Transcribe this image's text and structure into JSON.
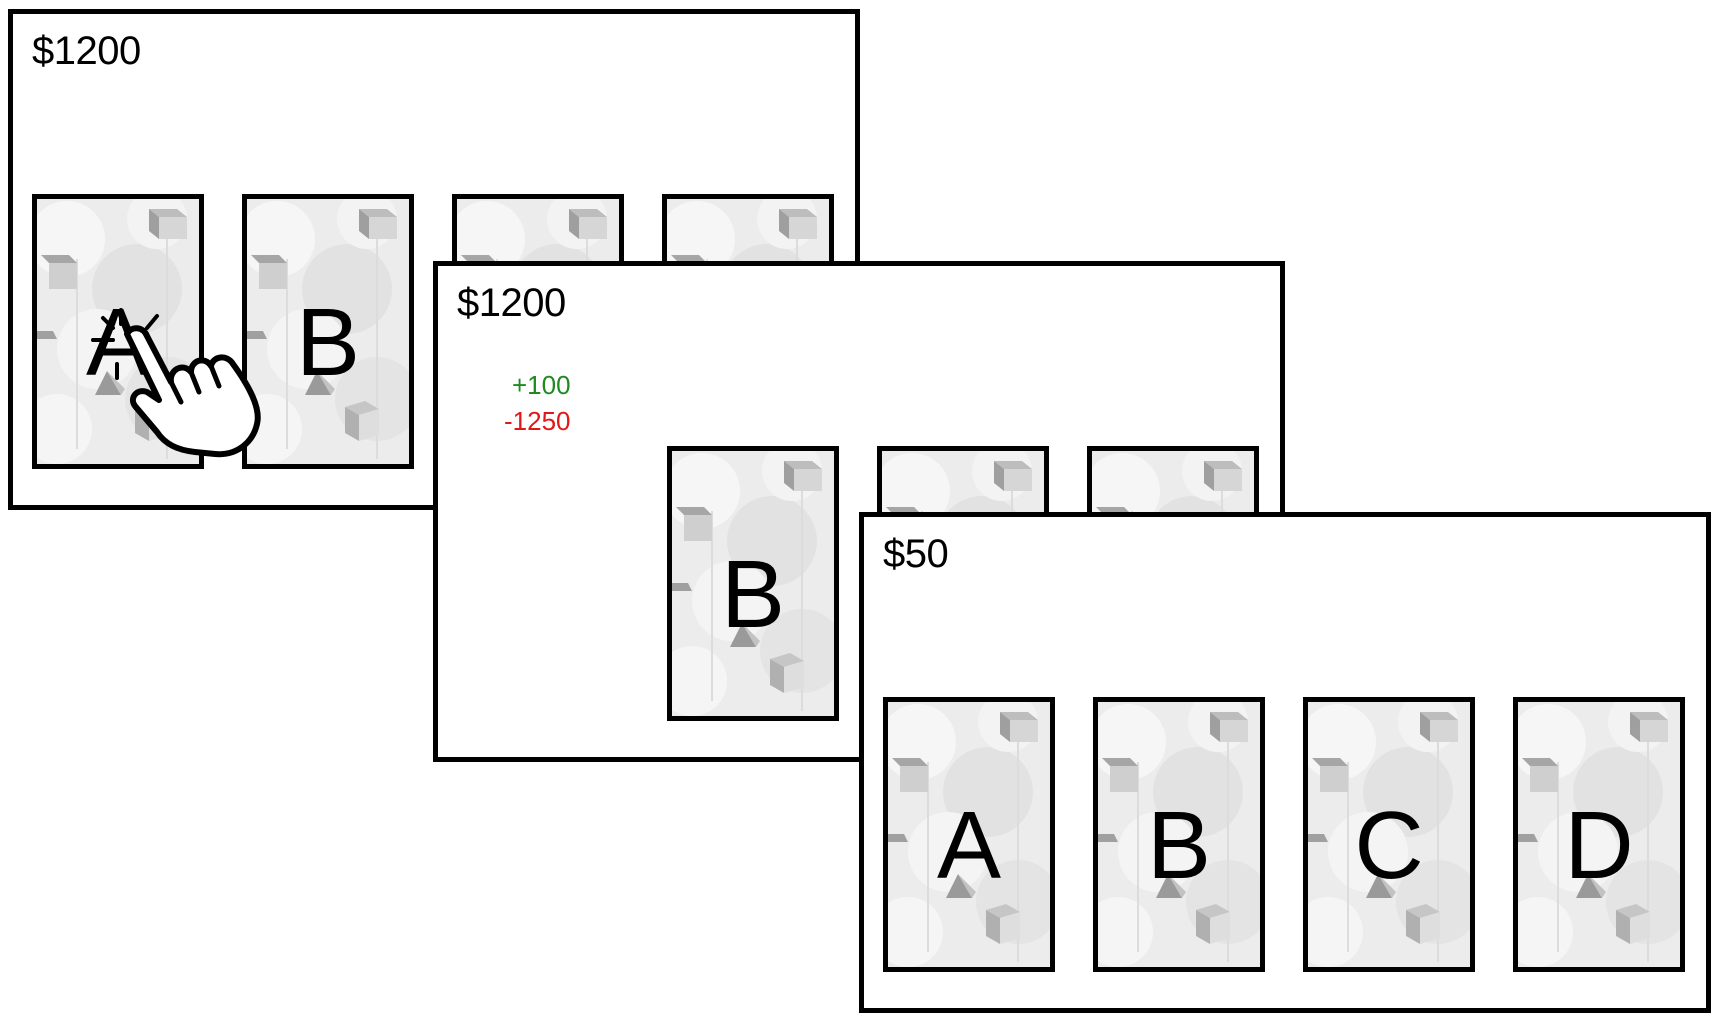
{
  "screens": [
    {
      "balance": "$1200",
      "cards": [
        "A",
        "B",
        "",
        ""
      ]
    },
    {
      "balance": "$1200",
      "feedback": {
        "gain": "+100",
        "loss": "-1250"
      },
      "cards": [
        "",
        "B",
        "",
        ""
      ]
    },
    {
      "balance": "$50",
      "cards": [
        "A",
        "B",
        "C",
        "D"
      ]
    }
  ],
  "icons": {
    "pointer": "hand-pointer-icon",
    "click": "click-burst-icon"
  },
  "colors": {
    "gain": "#1f8a1f",
    "loss": "#e01818",
    "border": "#000000",
    "card_bg": "#e9e9e9"
  }
}
